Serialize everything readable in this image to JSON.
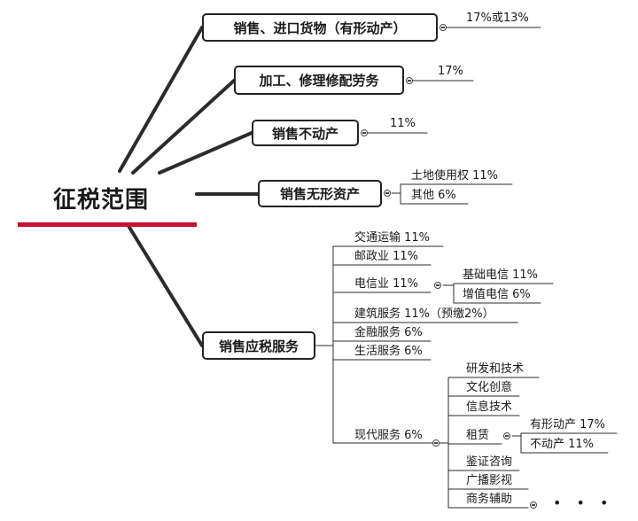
{
  "root": {
    "label": "征税范围"
  },
  "branches": {
    "goods": {
      "label": "销售、进口货物（有形动产）",
      "rate": "17%或13%"
    },
    "processing": {
      "label": "加工、修理修配劳务",
      "rate": "17%"
    },
    "real_estate": {
      "label": "销售不动产",
      "rate": "11%"
    },
    "intangible": {
      "label": "销售无形资产",
      "items": [
        "土地使用权 11%",
        "其他 6%"
      ]
    },
    "services": {
      "label": "销售应税服务",
      "transport": "交通运输 11%",
      "postal": "邮政业  11%",
      "telecom": {
        "label": "电信业 11%",
        "items": [
          "基础电信 11%",
          "增值电信 6%"
        ]
      },
      "construction": "建筑服务 11%（预缴2%）",
      "finance": "金融服务 6%",
      "life": "生活服务 6%",
      "modern": {
        "label": "现代服务 6%",
        "items": {
          "rd": "研发和技术",
          "culture": "文化创意",
          "it": "信息技术",
          "lease": "租赁",
          "lease_movable": "有形动产 17%",
          "lease_immovable": "不动产 11%",
          "assurance": "鉴证咨询",
          "broadcast": "广播影视",
          "business": "商务辅助"
        },
        "more": "• • •"
      }
    }
  }
}
